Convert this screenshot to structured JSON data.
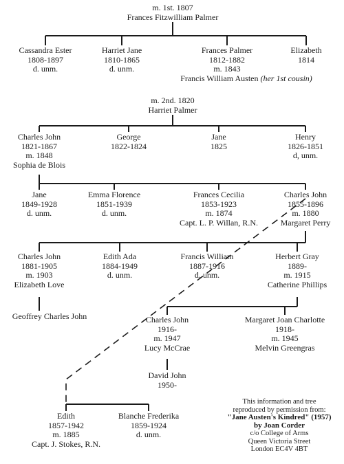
{
  "marriage1": {
    "line1": "m. 1st. 1807",
    "line2": "Frances Fitzwilliam Palmer"
  },
  "gen1a": [
    {
      "name": "Cassandra Ester",
      "dates": "1808-1897",
      "note": "d. unm."
    },
    {
      "name": "Harriet Jane",
      "dates": "1810-1865",
      "note": "d. unm."
    },
    {
      "name": "Frances Palmer",
      "dates": "1812-1882",
      "note": "m. 1843",
      "spouse": "Francis William Austen",
      "spouse_note": "(her 1st cousin)"
    },
    {
      "name": "Elizabeth",
      "dates": "1814"
    }
  ],
  "marriage2": {
    "line1": "m. 2nd. 1820",
    "line2": "Harriet Palmer"
  },
  "gen1b": [
    {
      "name": "Charles John",
      "dates": "1821-1867",
      "note": "m. 1848",
      "spouse": "Sophia de Blois"
    },
    {
      "name": "George",
      "dates": "1822-1824"
    },
    {
      "name": "Jane",
      "dates": "1825"
    },
    {
      "name": "Henry",
      "dates": "1826-1851",
      "note": "d, unm."
    }
  ],
  "gen2": [
    {
      "name": "Jane",
      "dates": "1849-1928",
      "note": "d. unm."
    },
    {
      "name": "Emma Florence",
      "dates": "1851-1939",
      "note": "d. unm."
    },
    {
      "name": "Frances Cecilia",
      "dates": "1853-1923",
      "note": "m. 1874",
      "spouse": "Capt. L. P. Willan, R.N."
    },
    {
      "name": "Charles John",
      "dates": "1855-1896",
      "note": "m. 1880",
      "spouse": "Margaret Perry"
    }
  ],
  "gen3": [
    {
      "name": "Charles John",
      "dates": "1881-1905",
      "note": "m. 1903",
      "spouse": "Elizabeth Love",
      "child": "Geoffrey Charles John"
    },
    {
      "name": "Edith Ada",
      "dates": "1884-1949",
      "note": "d. unm."
    },
    {
      "name": "Francis William",
      "dates": "1887-1916",
      "note": "d. unm."
    },
    {
      "name": "Herbert Gray",
      "dates": "1889-",
      "note": "m. 1915",
      "spouse": "Catherine Phillips"
    }
  ],
  "gen4": [
    {
      "name": "Charles John",
      "dates": "1916-",
      "note": "m. 1947",
      "spouse": "Lucy McCrae",
      "child": "David John",
      "child_dates": "1950-"
    },
    {
      "name": "Margaret Joan Charlotte",
      "dates": "1918-",
      "note": "m. 1945",
      "spouse": "Melvin Greengras"
    }
  ],
  "bottom": [
    {
      "name": "Edith",
      "dates": "1857-1942",
      "note": "m. 1885",
      "spouse": "Capt. J. Stokes, R.N."
    },
    {
      "name": "Blanche Frederika",
      "dates": "1859-1924",
      "note": "d. unm."
    }
  ],
  "credit": {
    "line1": "This information and tree",
    "line2": "reproduced by permission from:",
    "line3": "\"Jane Austen's Kindred\" (1957)",
    "line4": "by Joan Corder",
    "line5": "c/o College of Arms",
    "line6": "Queen Victoria Street",
    "line7": "London EC4V 4BT"
  }
}
